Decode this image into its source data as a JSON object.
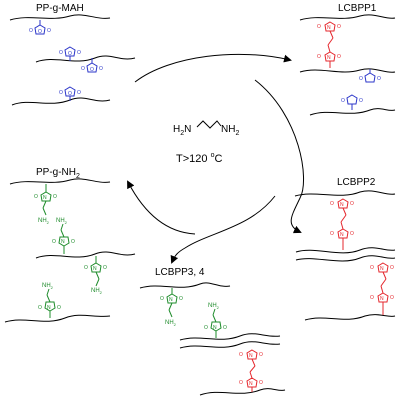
{
  "labels": {
    "pp_g_mah": "PP-g-MAH",
    "lcbpp1": "LCBPP1",
    "lcbpp2": "LCBPP2",
    "pp_g_nh2": "PP-g-NH",
    "pp_g_nh2_sub": "2",
    "lcbpp34": "LCBPP3, 4",
    "condition_prefix": "T>120 ",
    "condition_sup": "o",
    "condition_suffix": "C"
  },
  "reagent": {
    "h2n": "H",
    "h2n_sub": "2",
    "h2n_n": "N",
    "nh2": "NH",
    "nh2_sub": "2"
  },
  "atoms": {
    "N": "N",
    "O": "O",
    "NH2": "NH",
    "NH2_sub": "2"
  },
  "colors": {
    "anhydride": "#2b36c9",
    "imide_crosslink": "#e5272d",
    "amine": "#1e8c2b",
    "chain": "#000000"
  }
}
